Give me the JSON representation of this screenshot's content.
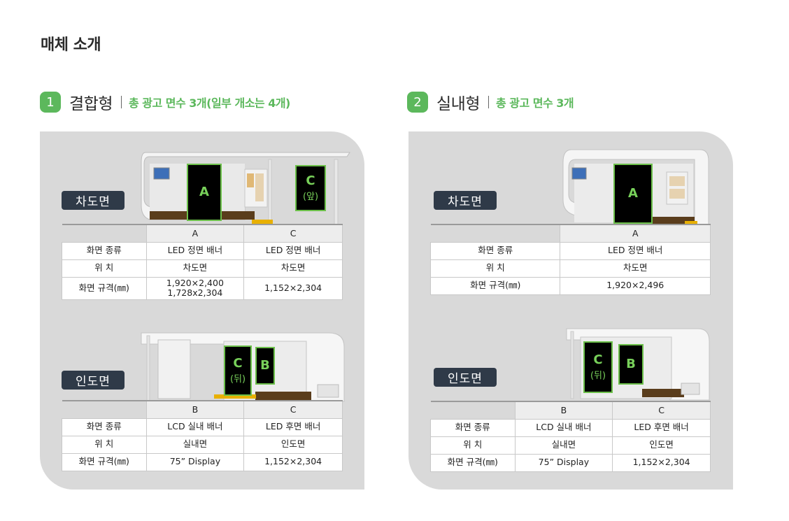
{
  "page": {
    "title": "매체 소개"
  },
  "sections": [
    {
      "num": "1",
      "name": "결합형",
      "desc": "총 광고 면수 3개(일부 개소는 4개)",
      "roadside": {
        "label": "차도면",
        "screens": [
          {
            "letter": "A",
            "sub": ""
          },
          {
            "letter": "C",
            "sub": "(앞)"
          }
        ],
        "table": {
          "cols": [
            "A",
            "C"
          ],
          "rows": [
            {
              "label": "화면 종류",
              "values": [
                "LED 정면 배너",
                "LED 정면 배너"
              ]
            },
            {
              "label": "위  치",
              "values": [
                "차도면",
                "차도면"
              ]
            },
            {
              "label": "화면 규격(㎜)",
              "values": [
                "1,920×2,400",
                "1,152×2,304"
              ],
              "extra": "1,728x2,304"
            }
          ]
        }
      },
      "sidewalk": {
        "label": "인도면",
        "screens": [
          {
            "letter": "C",
            "sub": "(뒤)"
          },
          {
            "letter": "B",
            "sub": ""
          }
        ],
        "table": {
          "cols": [
            "B",
            "C"
          ],
          "rows": [
            {
              "label": "화면 종류",
              "values": [
                "LCD 실내 배너",
                "LED 후면 배너"
              ]
            },
            {
              "label": "위  치",
              "values": [
                "실내면",
                "인도면"
              ]
            },
            {
              "label": "화면 규격(㎜)",
              "values": [
                "75” Display",
                "1,152×2,304"
              ]
            }
          ]
        }
      }
    },
    {
      "num": "2",
      "name": "실내형",
      "desc": "총 광고 면수 3개",
      "roadside": {
        "label": "차도면",
        "screens": [
          {
            "letter": "A",
            "sub": ""
          }
        ],
        "table": {
          "cols": [
            "A"
          ],
          "rows": [
            {
              "label": "화면 종류",
              "values": [
                "LED 정면 배너"
              ]
            },
            {
              "label": "위  치",
              "values": [
                "차도면"
              ]
            },
            {
              "label": "화면 규격(㎜)",
              "values": [
                "1,920×2,496"
              ]
            }
          ]
        }
      },
      "sidewalk": {
        "label": "인도면",
        "screens": [
          {
            "letter": "C",
            "sub": "(뒤)"
          },
          {
            "letter": "B",
            "sub": ""
          }
        ],
        "table": {
          "cols": [
            "B",
            "C"
          ],
          "rows": [
            {
              "label": "화면 종류",
              "values": [
                "LCD 실내 배너",
                "LED 후면 배너"
              ]
            },
            {
              "label": "위  치",
              "values": [
                "실내면",
                "인도면"
              ]
            },
            {
              "label": "화면 규격(㎜)",
              "values": [
                "75” Display",
                "1,152×2,304"
              ]
            }
          ]
        }
      }
    }
  ],
  "colors": {
    "accent": "#5cb85c",
    "label_bg": "#2f3a48",
    "panel_bg": "#d9d9d9",
    "screen_border": "#6cc04a"
  }
}
